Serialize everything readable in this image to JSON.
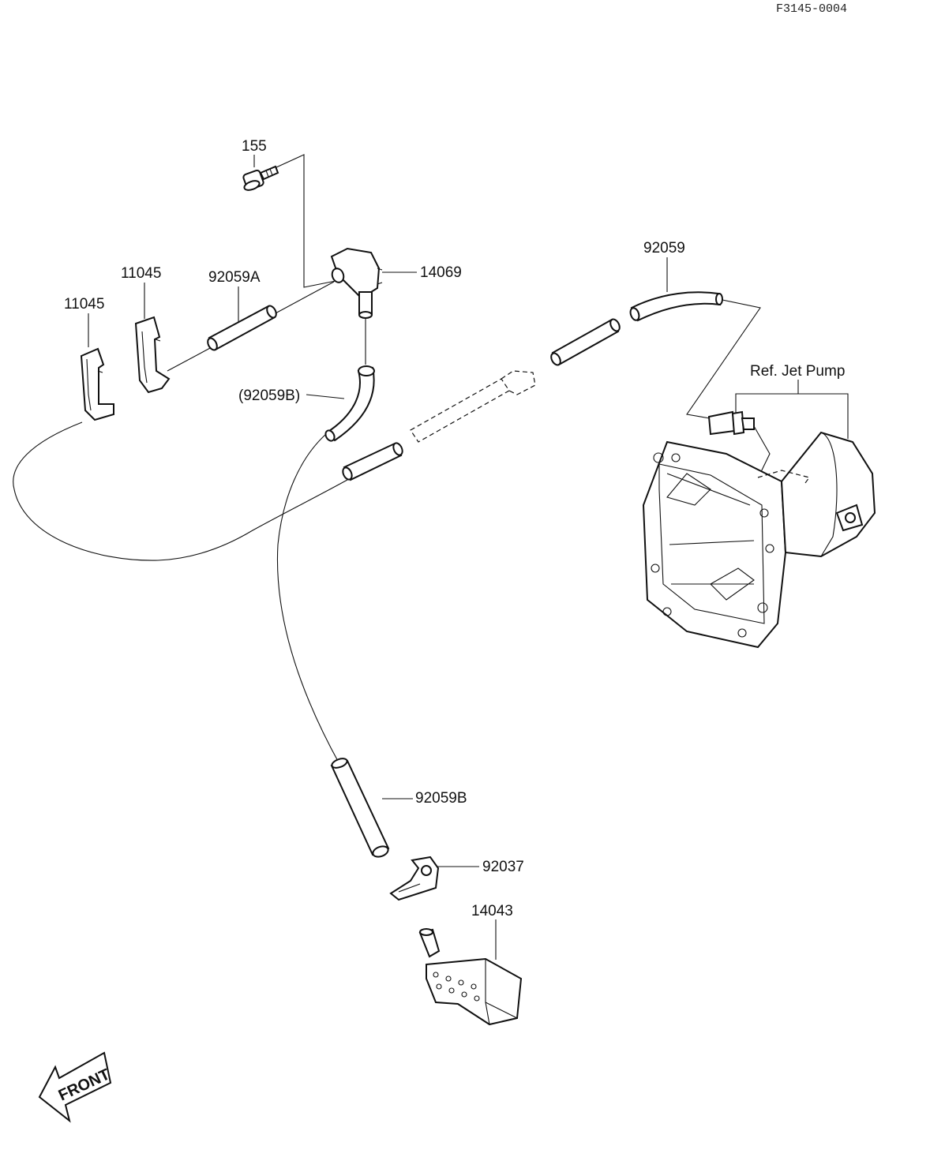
{
  "diagram": {
    "code": "F3145-0004",
    "reference": "Ref. Jet Pump",
    "front": "FRONT",
    "parts": {
      "bolt": "155",
      "clamp_left": "11045",
      "clamp_mid": "11045",
      "hose_a": "92059A",
      "elbow": "14069",
      "hose_b_ref": "(92059B)",
      "hose_top": "92059",
      "hose_b": "92059B",
      "bracket": "92037",
      "filter": "14043"
    }
  }
}
